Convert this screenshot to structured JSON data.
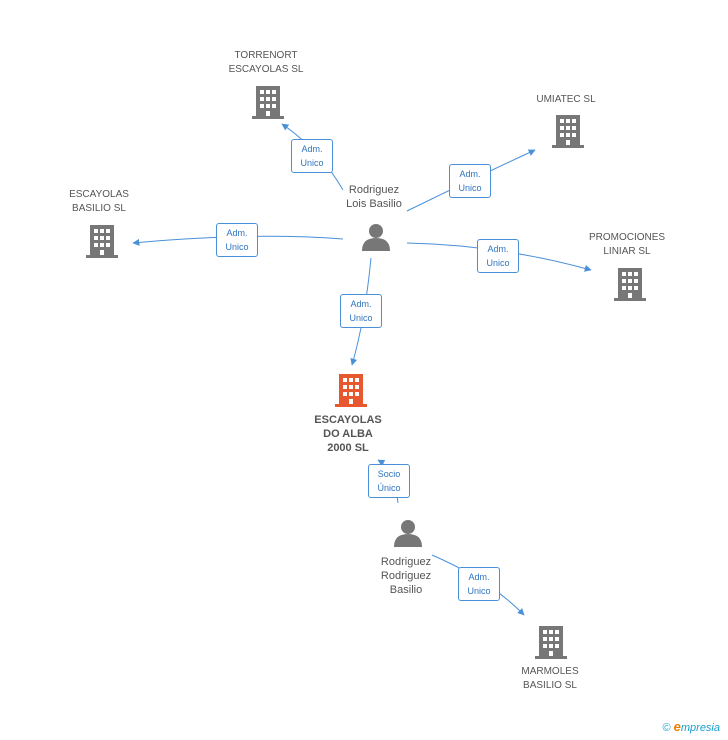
{
  "colors": {
    "edge": "#4a90d9",
    "building": "#777777",
    "building_main": "#e8582e",
    "person": "#777777"
  },
  "nodes": {
    "torrenort": {
      "label": "TORRENORT\nESCAYOLAS SL",
      "icon": "building-icon"
    },
    "umiatec": {
      "label": "UMIATEC  SL",
      "icon": "building-icon"
    },
    "escayolas_basilio": {
      "label": "ESCAYOLAS\nBASILIO SL",
      "icon": "building-icon"
    },
    "promociones": {
      "label": "PROMOCIONES\nLINIAR SL",
      "icon": "building-icon"
    },
    "alba": {
      "label": "ESCAYOLAS\nDO ALBA\n2000 SL",
      "icon": "building-icon"
    },
    "marmoles": {
      "label": "MARMOLES\nBASILIO SL",
      "icon": "building-icon"
    },
    "person1": {
      "label": "Rodriguez\nLois Basilio",
      "icon": "person-icon"
    },
    "person2": {
      "label": "Rodriguez\nRodriguez\nBasilio",
      "icon": "person-icon"
    }
  },
  "edges": {
    "e_torrenort": "Adm.\nUnico",
    "e_umiatec": "Adm.\nUnico",
    "e_escbasilio": "Adm.\nUnico",
    "e_promociones": "Adm.\nUnico",
    "e_alba": "Adm.\nUnico",
    "e_socio": "Socio\nÚnico",
    "e_marmoles": "Adm.\nUnico"
  },
  "footer": {
    "copyright": "©",
    "brand_e": "e",
    "brand_rest": "mpresia"
  }
}
